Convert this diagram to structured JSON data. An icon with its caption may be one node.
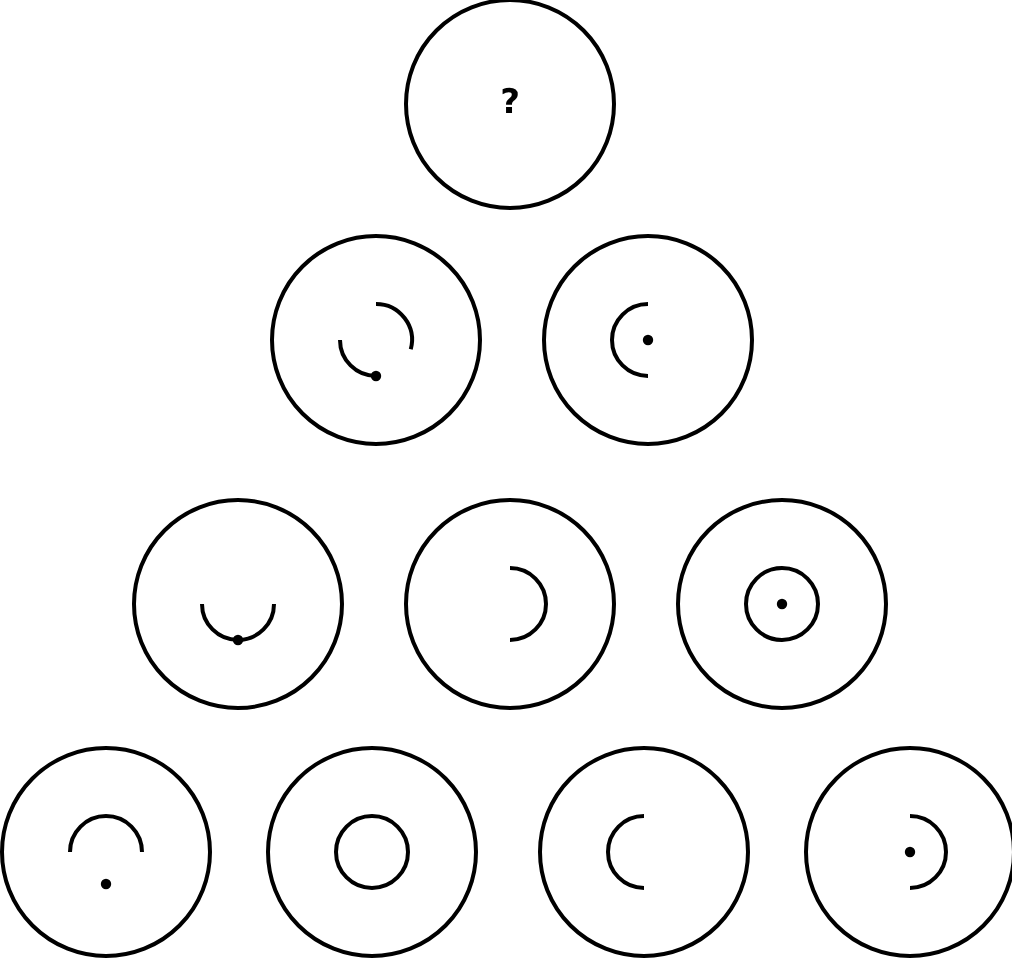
{
  "diagram": {
    "nodes": [
      {
        "text": [
          "?"
        ]
      },
      {
        "text": [],
        "shape": "circle"
      },
      {
        "text": [],
        "shape": "circle"
      },
      {
        "text": [],
        "shape": "circle"
      },
      {
        "text": [],
        "shape": "circle"
      },
      {
        "text": [],
        "shape": "circle"
      },
      {
        "text": [],
        "shape": "circle"
      },
      {
        "text": [],
        "shape": "circle"
      },
      {
        "text": [],
        "shape": "circle"
      },
      {
        "text": [],
        "shape": "circle"
      }
    ]
  }
}
